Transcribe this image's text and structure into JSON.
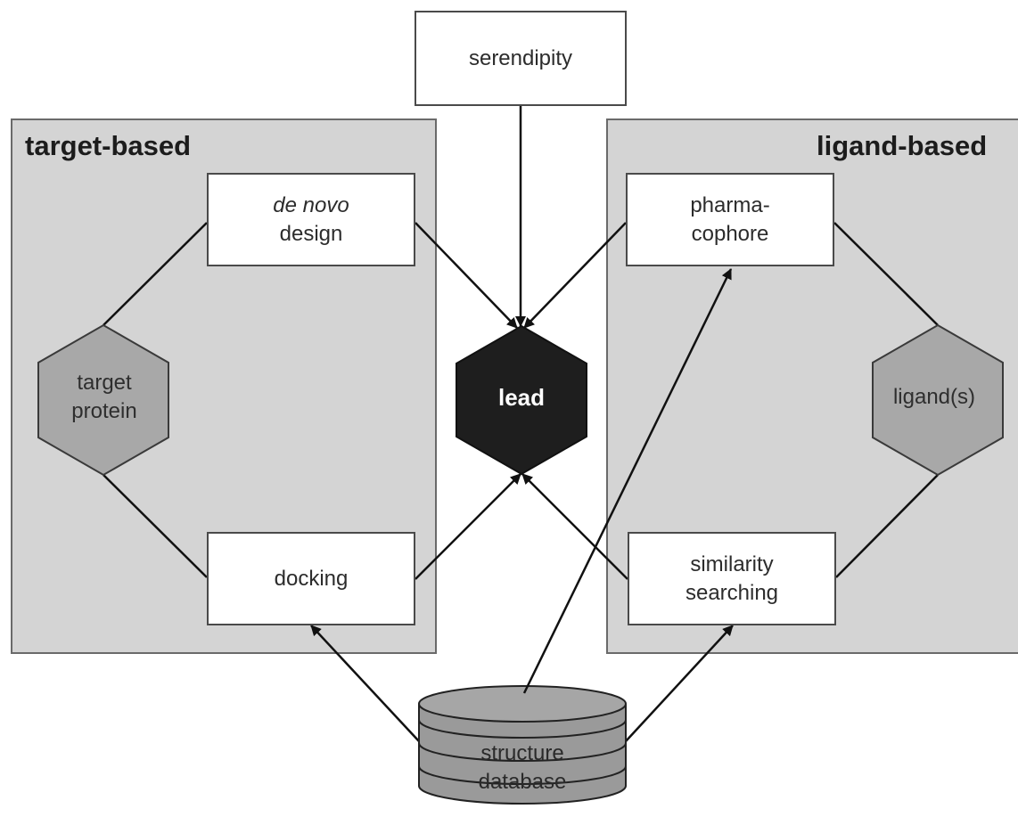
{
  "panels": {
    "left_title": "target-based",
    "right_title": "ligand-based"
  },
  "boxes": {
    "serendipity": "serendipity",
    "denovo_line1": "de novo",
    "denovo_line2": "design",
    "pharma_line1": "pharma-",
    "pharma_line2": "cophore",
    "docking": "docking",
    "similarity_line1": "similarity",
    "similarity_line2": "searching"
  },
  "hexagons": {
    "target_line1": "target",
    "target_line2": "protein",
    "lead": "lead",
    "ligand": "ligand(s)"
  },
  "database": {
    "line1": "structure",
    "line2": "database"
  },
  "colors": {
    "panel_fill": "#d4d4d4",
    "hex_fill": "#a8a8a8",
    "lead_fill": "#1e1e1e",
    "db_fill": "#9a9a9a"
  }
}
